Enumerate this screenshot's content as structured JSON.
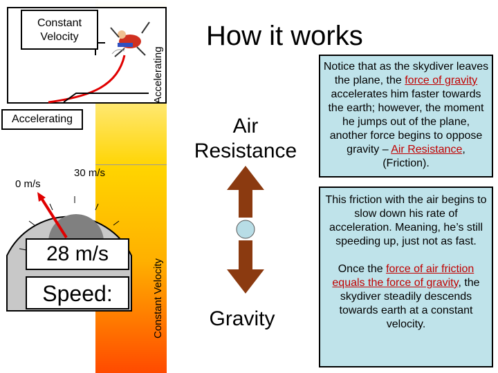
{
  "title": "How it works",
  "graph": {
    "top_label": "Constant Velocity",
    "vertical_label": "Accelerating"
  },
  "strip": {
    "vertical_label_bottom": "Constant Velocity"
  },
  "accelerating_box": "Accelerating",
  "gauge": {
    "tick_zero": "0 m/s",
    "tick_thirty": "30 m/s",
    "speed_value": "28 m/s",
    "speed_label": "Speed",
    "speed_colon": ":"
  },
  "forces": {
    "air_resistance": "Air Resistance",
    "gravity": "Gravity",
    "arrow_color": "#8b3a10",
    "skydiver_color": "#b8dde6"
  },
  "notes": {
    "note1": {
      "part1": "Notice that as the skydiver leaves the plane, the ",
      "hl1": "force of gravity",
      "part2": " accelerates him faster towards the earth; however, the moment he jumps out of the plane, another force begins to oppose gravity – ",
      "hl2": "Air Resistance",
      "part3": ", (Friction)."
    },
    "note2": {
      "para1": "This friction with the air begins to slow down his rate of acceleration. Meaning, he’s still speeding up, just not as fast.",
      "part1": "Once the ",
      "hl1": "force of air friction equals the force of gravity",
      "part2": ", the skydiver steadily descends towards earth at a constant velocity."
    },
    "highlight_color": "#c00000",
    "box_color": "#bfe3ea"
  }
}
